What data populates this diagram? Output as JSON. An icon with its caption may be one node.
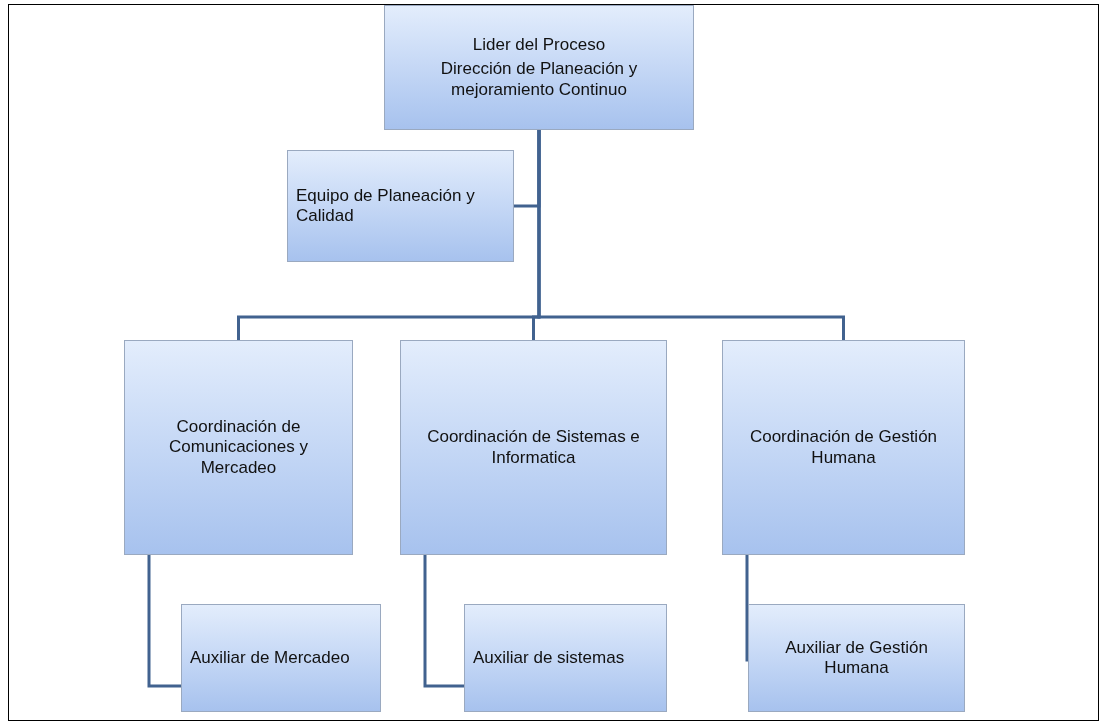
{
  "diagram": {
    "nodes": [
      {
        "text": [
          "Lider del Proceso",
          "Dirección de Planeación y mejoramiento Continuo"
        ]
      },
      {
        "text": [
          "Equipo de Planeación y Calidad"
        ]
      },
      {
        "text": [
          "Coordinación de Comunicaciones y Mercadeo"
        ]
      },
      {
        "text": [
          "Coordinación de Sistemas e Informatica"
        ]
      },
      {
        "text": [
          "Coordinación de Gestión Humana"
        ]
      },
      {
        "text": [
          "Auxiliar de Mercadeo"
        ]
      },
      {
        "text": [
          "Auxiliar de sistemas"
        ]
      },
      {
        "text": [
          "Auxiliar de Gestión Humana"
        ]
      }
    ],
    "edges": [
      {
        "from": 0,
        "to": 1,
        "arrow": "none"
      },
      {
        "from": 0,
        "to": 2,
        "arrow": "none"
      },
      {
        "from": 0,
        "to": 3,
        "arrow": "none"
      },
      {
        "from": 0,
        "to": 4,
        "arrow": "none"
      },
      {
        "from": 2,
        "to": 5,
        "arrow": "none"
      },
      {
        "from": 3,
        "to": 6,
        "arrow": "none"
      },
      {
        "from": 4,
        "to": 7,
        "arrow": "none"
      }
    ]
  }
}
